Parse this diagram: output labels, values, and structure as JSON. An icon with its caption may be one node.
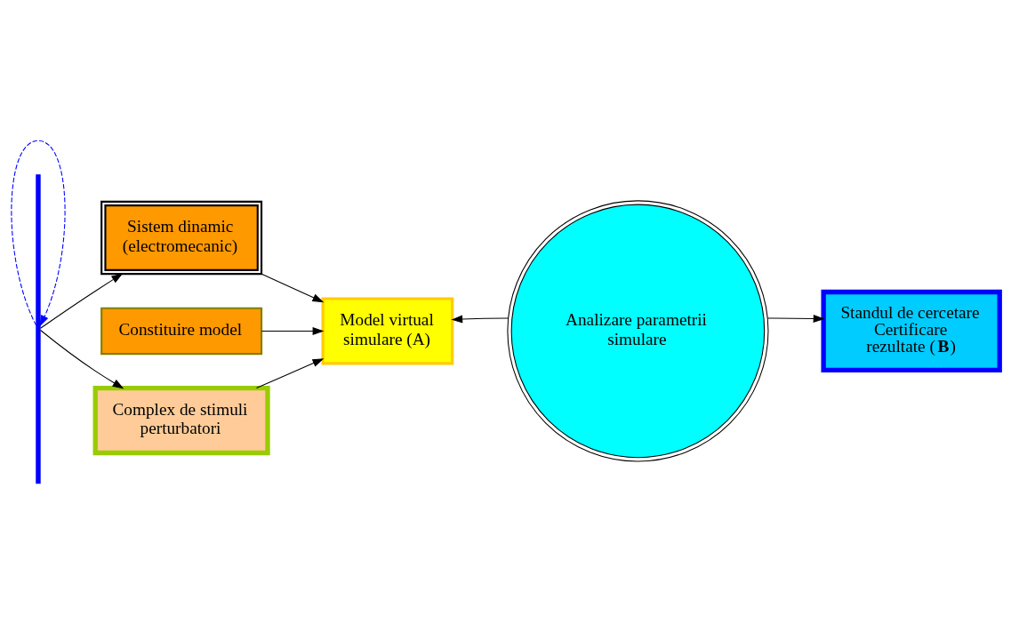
{
  "diagram": {
    "nodes": [
      {
        "text": [
          "Sistem dinamic (electromecanic)"
        ]
      },
      {
        "text": [
          "Constituire model"
        ]
      },
      {
        "text": [
          "Model virtual simulare (A)"
        ]
      },
      {
        "text": [
          "Analizare parametrii simulare"
        ]
      },
      {
        "text": [
          "Standul de cercetare Certificare rezultate (**B**)"
        ]
      },
      {
        "text": [
          "Complex de stimuli perturbatori"
        ]
      },
      {
        "text": [],
        "shape": "bar"
      }
    ],
    "edges": [
      {
        "from": 6,
        "to": 0,
        "arrow": "to"
      },
      {
        "from": 6,
        "to": 5,
        "arrow": "to"
      },
      {
        "from": 0,
        "to": 2,
        "arrow": "to"
      },
      {
        "from": 1,
        "to": 2,
        "arrow": "to"
      },
      {
        "from": 5,
        "to": 2,
        "arrow": "to"
      },
      {
        "from": 3,
        "to": 2,
        "arrow": "to"
      },
      {
        "from": 3,
        "to": 4,
        "arrow": "to"
      },
      {
        "from": 6,
        "to": 6,
        "arrow": "to",
        "style": "dashed",
        "color": "#0000ff"
      }
    ]
  }
}
